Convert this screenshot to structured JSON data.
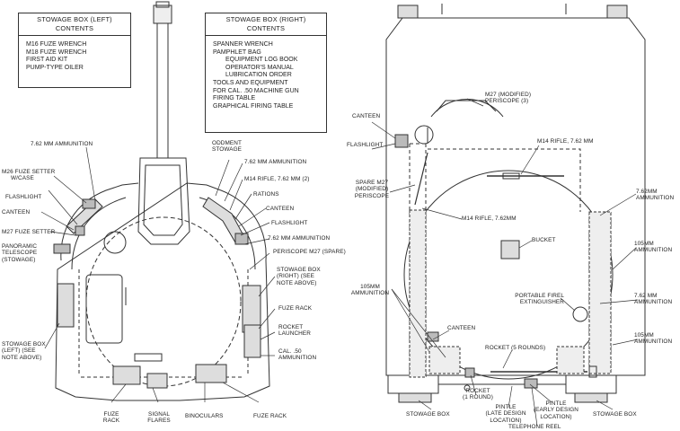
{
  "left_box": {
    "title_line1": "STOWAGE BOX (LEFT)",
    "title_line2": "CONTENTS",
    "items": [
      "M16 FUZE WRENCH",
      "M18 FUZE WRENCH",
      "FIRST AID KIT",
      "PUMP-TYPE OILER"
    ]
  },
  "right_box": {
    "title_line1": "STOWAGE BOX (RIGHT)",
    "title_line2": "CONTENTS",
    "items": [
      {
        "text": "SPANNER WRENCH",
        "indent": false
      },
      {
        "text": "PAMPHLET BAG",
        "indent": false
      },
      {
        "text": "EQUIPMENT LOG BOOK",
        "indent": true
      },
      {
        "text": "OPERATOR'S MANUAL",
        "indent": true
      },
      {
        "text": "LUBRICATION ORDER",
        "indent": true
      },
      {
        "text": "TOOLS AND EQUIPMENT",
        "indent": false
      },
      {
        "text": "FOR CAL. .50 MACHINE GUN",
        "indent": false
      },
      {
        "text": "FIRING TABLE",
        "indent": false
      },
      {
        "text": "GRAPHICAL FIRING TABLE",
        "indent": false
      }
    ]
  },
  "left_labels": {
    "ammo_762_left": "7.62 MM AMMUNITION",
    "m26_fuze_setter": [
      "M26 FUZE SETTER",
      "W/CASE"
    ],
    "flashlight": "FLASHLIGHT",
    "canteen": "CANTEEN",
    "m27_fuze_setter": "M27 FUZE SETTER",
    "panoramic_telescope": [
      "PANORAMIC",
      "TELESCOPE",
      "(STOWAGE)"
    ],
    "stowage_box_left": [
      "STOWAGE BOX",
      "(LEFT) (SEE",
      "NOTE ABOVE)"
    ],
    "oddment_stowage": [
      "ODDMENT",
      "STOWAGE"
    ],
    "ammo_762_top": "7.62 MM AMMUNITION",
    "m14_rifle_2": "M14 RIFLE, 7.62 MM (2)",
    "rations": "RATIONS",
    "canteen_right": "CANTEEN",
    "flashlight_right": "FLASHLIGHT",
    "ammo_762_right": "7.62 MM AMMUNITION",
    "periscope_spare": "PERISCOPE M27 (SPARE)",
    "stowage_box_right": [
      "STOWAGE BOX",
      "(RIGHT) (SEE",
      "NOTE ABOVE)"
    ],
    "fuze_rack_right": "FUZE RACK",
    "rocket_launcher": [
      "ROCKET",
      "LAUNCHER"
    ],
    "cal50_ammo": [
      "CAL. .50",
      "AMMUNITION"
    ],
    "fuze_rack_bottom_left": [
      "FUZE",
      "RACK"
    ],
    "signal_flares": [
      "SIGNAL",
      "FLARES"
    ],
    "binoculars": "BINOCULARS",
    "fuze_rack_bottom_right": "FUZE RACK"
  },
  "right_labels": {
    "canteen_top": "CANTEEN",
    "flashlight": "FLASHLIGHT",
    "spare_periscope": [
      "SPARE M27",
      "(MODIFIED)",
      "PERISCOPE"
    ],
    "m27_periscope": [
      "M27 (MODIFIED)",
      "PERISCOPE (3)"
    ],
    "m14_rifle_top": "M14 RIFLE, 7.62 MM",
    "m14_rifle_mid": "M14 RIFLE, 7.62MM",
    "bucket": "BUCKET",
    "ammo_762_upper": [
      "7.62MM",
      "AMMUNITION"
    ],
    "ammo_105_right_upper": [
      "105MM",
      "AMMUNITION"
    ],
    "fire_extinguisher": [
      "PORTABLE FIREL",
      "EXTINGUISHER"
    ],
    "ammo_762_lower": [
      "7.62 MM",
      "AMMUNITION"
    ],
    "ammo_105_right_lower": [
      "105MM",
      "AMMUNITION"
    ],
    "ammo_105_left": [
      "105MM",
      "AMMUNITION"
    ],
    "canteen_bottom": "CANTEEN",
    "rocket_5": "ROCKET (5 ROUNDS)",
    "rocket_1": [
      "ROCKET",
      "(1 ROUND)"
    ],
    "pintle_late": [
      "PINTLE",
      "(LATE DESIGN",
      "LOCATION)"
    ],
    "pintle_early": [
      "PINTLE",
      "(EARLY DESIGN",
      "LOCATION)"
    ],
    "telephone_reel": "TELEPHONE REEL",
    "stowage_box_left": "STOWAGE BOX",
    "stowage_box_right": "STOWAGE BOX"
  }
}
